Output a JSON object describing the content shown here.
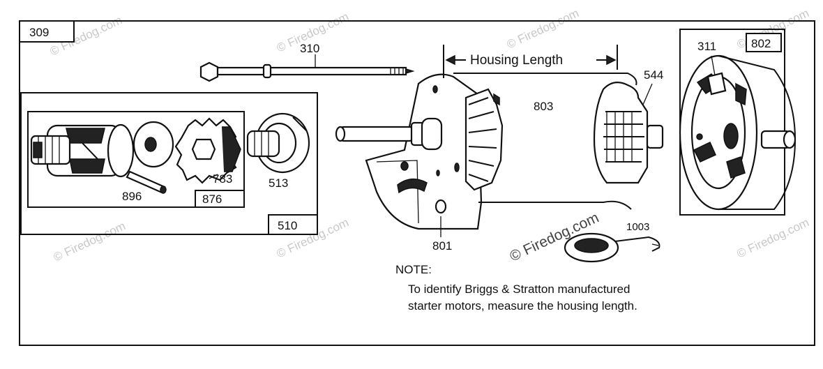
{
  "diagram": {
    "labels": {
      "p309": "309",
      "p310": "310",
      "p311": "311",
      "p802": "802",
      "p544": "544",
      "p803": "803",
      "p510": "510",
      "p876": "876",
      "p896": "896",
      "p783": "783",
      "p513": "513",
      "p801": "801",
      "p1003": "1003"
    },
    "dimension_label": "Housing Length",
    "note": {
      "heading": "NOTE:",
      "line1": "To identify Briggs & Stratton manufactured",
      "line2": "starter motors, measure the housing length."
    },
    "watermark": "© Firedog.com"
  }
}
